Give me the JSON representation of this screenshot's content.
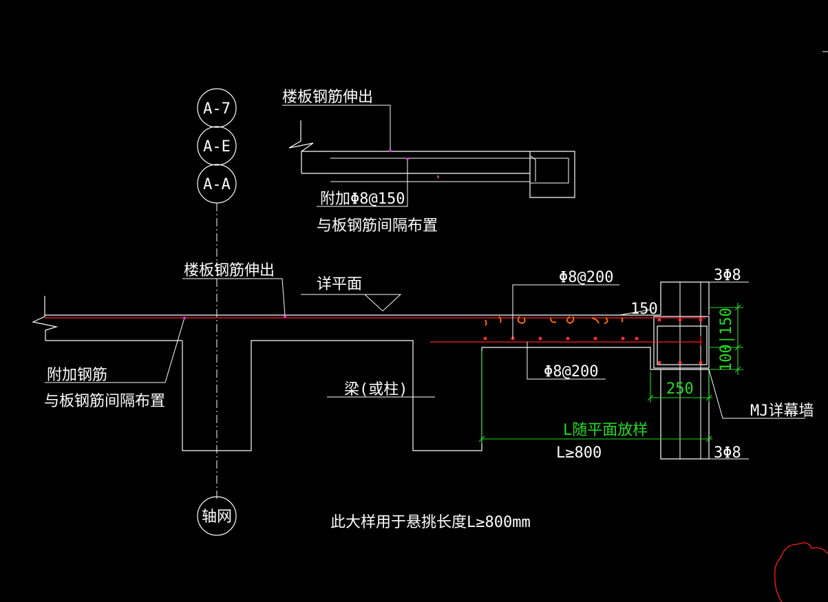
{
  "axis_labels": {
    "a7": "A-7",
    "ae": "A-E",
    "aa": "A-A",
    "grid": "轴网"
  },
  "labels": {
    "slab_rebar_top": "楼板钢筋伸出",
    "extra_rebar_top_1": "附加Φ8@150",
    "extra_rebar_top_2": "与板钢筋间隔布置",
    "slab_rebar_main": "楼板钢筋伸出",
    "see_plan": "详平面",
    "rebar_top": "Φ8@200",
    "rebar_bottom": "Φ8@200",
    "dim_150": "150",
    "top_bars": "3Φ8",
    "bottom_bars": "3Φ8",
    "dim_vertical": "100|150",
    "dim_250": "250",
    "curtain_wall": "MJ详幕墙",
    "extra_rebar_1": "附加钢筋",
    "extra_rebar_2": "与板钢筋间隔布置",
    "beam": "梁(或柱)",
    "length_plan": "L随平面放样",
    "length_min": "L≥800",
    "note": "此大样用于悬挑长度L≥800mm"
  },
  "colors": {
    "background": "#000000",
    "line": "#ffffff",
    "rebar": "#ff2020",
    "dimension": "#22dd22",
    "accent_orange": "#ff6a00"
  }
}
